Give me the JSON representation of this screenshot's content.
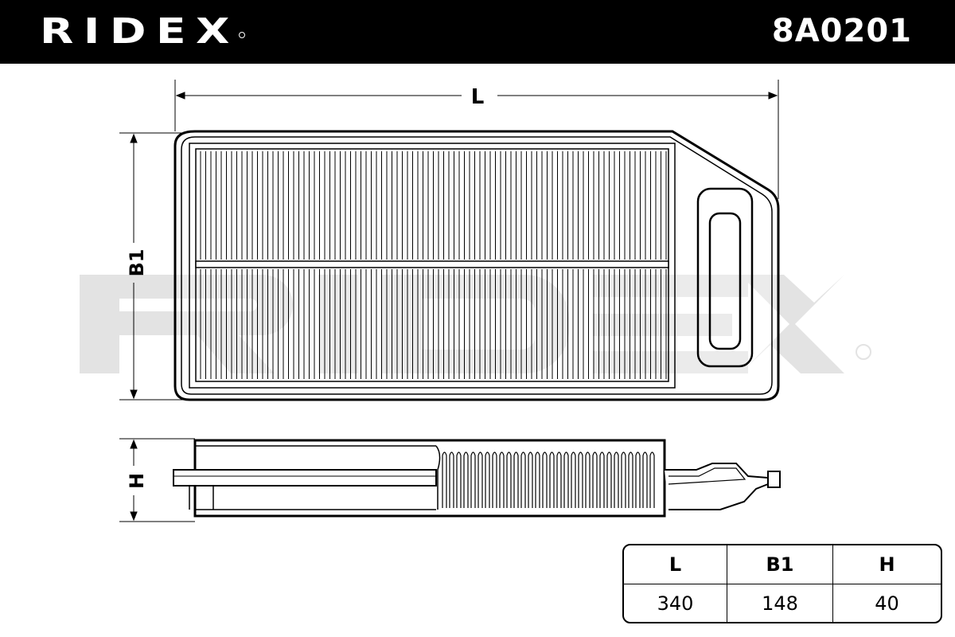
{
  "header": {
    "brand": "RIDEX",
    "part_number": "8A0201"
  },
  "watermark": "RIDEX",
  "dimensions": {
    "length_label": "L",
    "width_label": "B1",
    "height_label": "H"
  },
  "table": {
    "headers": [
      "L",
      "B1",
      "H"
    ],
    "values": [
      "340",
      "148",
      "40"
    ]
  }
}
